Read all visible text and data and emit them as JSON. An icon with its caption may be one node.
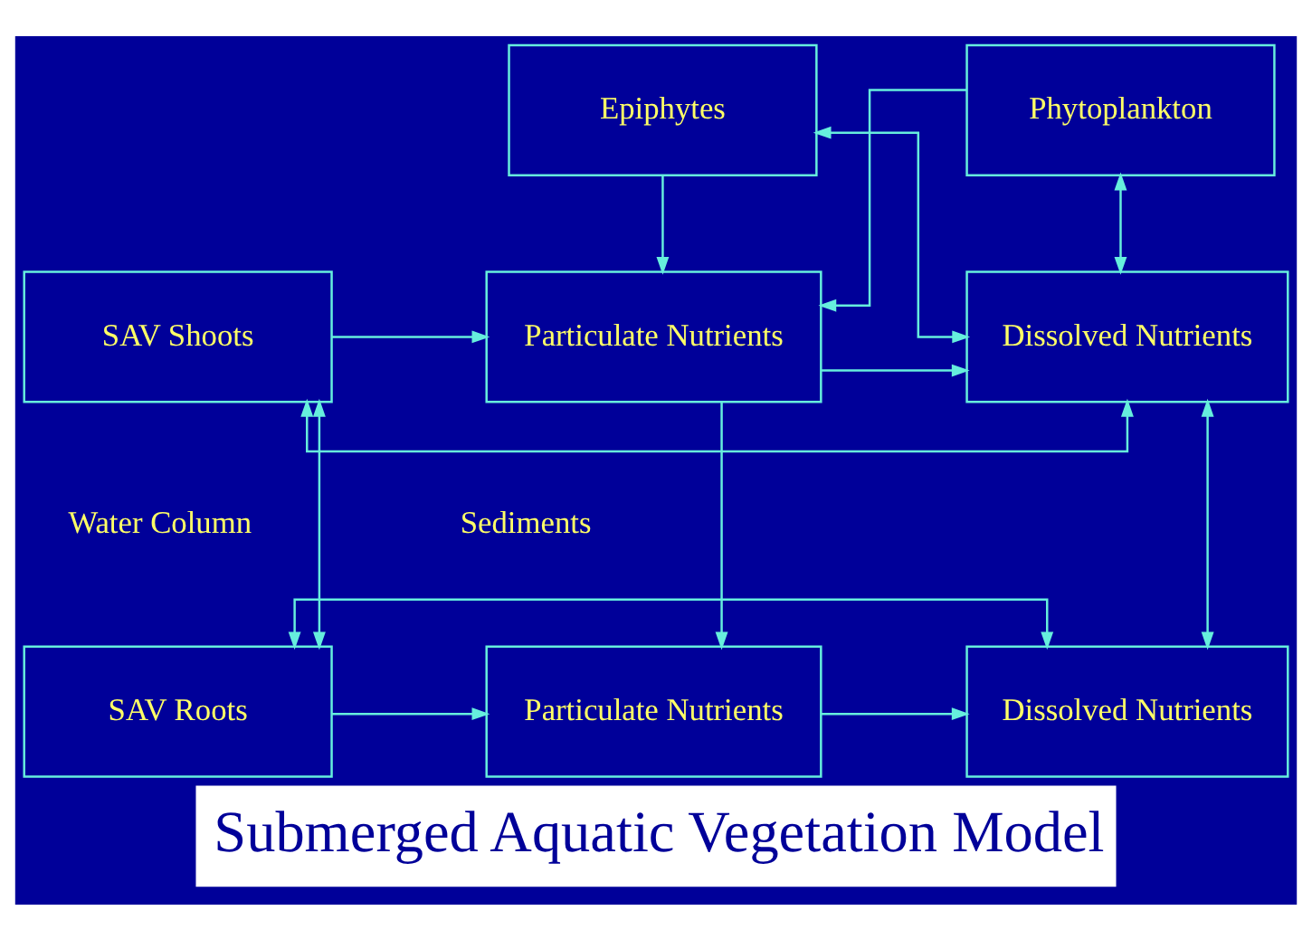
{
  "diagram": {
    "caption": "Submerged Aquatic Vegetation Model",
    "nodes": [
      {
        "text": [
          "Epiphytes"
        ]
      },
      {
        "text": [
          "Phytoplankton"
        ]
      },
      {
        "text": [
          "SAV Shoots"
        ]
      },
      {
        "text": [
          "Dissolved Nutrients"
        ]
      },
      {
        "text": [
          "Particulate Nutrients"
        ]
      },
      {
        "text": [
          "SAV Roots"
        ]
      },
      {
        "text": [
          "Dissolved Nutrients"
        ]
      },
      {
        "text": [
          "Particulate Nutrients"
        ]
      }
    ],
    "edges": [
      {
        "from": 0,
        "to": 4,
        "arrow": "to"
      },
      {
        "from": 2,
        "to": 4,
        "arrow": "to"
      },
      {
        "from": 1,
        "to": 4,
        "arrow": "to"
      },
      {
        "from": 3,
        "to": 0,
        "arrow": "both"
      },
      {
        "from": 1,
        "to": 3,
        "arrow": "both"
      },
      {
        "from": 2,
        "to": 3,
        "arrow": "both"
      },
      {
        "from": 4,
        "to": 3,
        "arrow": "to"
      },
      {
        "from": 2,
        "to": 5,
        "arrow": "both"
      },
      {
        "from": 3,
        "to": 6,
        "arrow": "both"
      },
      {
        "from": 4,
        "to": 7,
        "arrow": "to"
      },
      {
        "from": 5,
        "to": 6,
        "arrow": "both"
      },
      {
        "from": 7,
        "to": 6,
        "arrow": "to"
      },
      {
        "from": 5,
        "to": 7,
        "arrow": "to"
      }
    ],
    "labels": [
      "Water Column",
      "Sediments"
    ]
  }
}
